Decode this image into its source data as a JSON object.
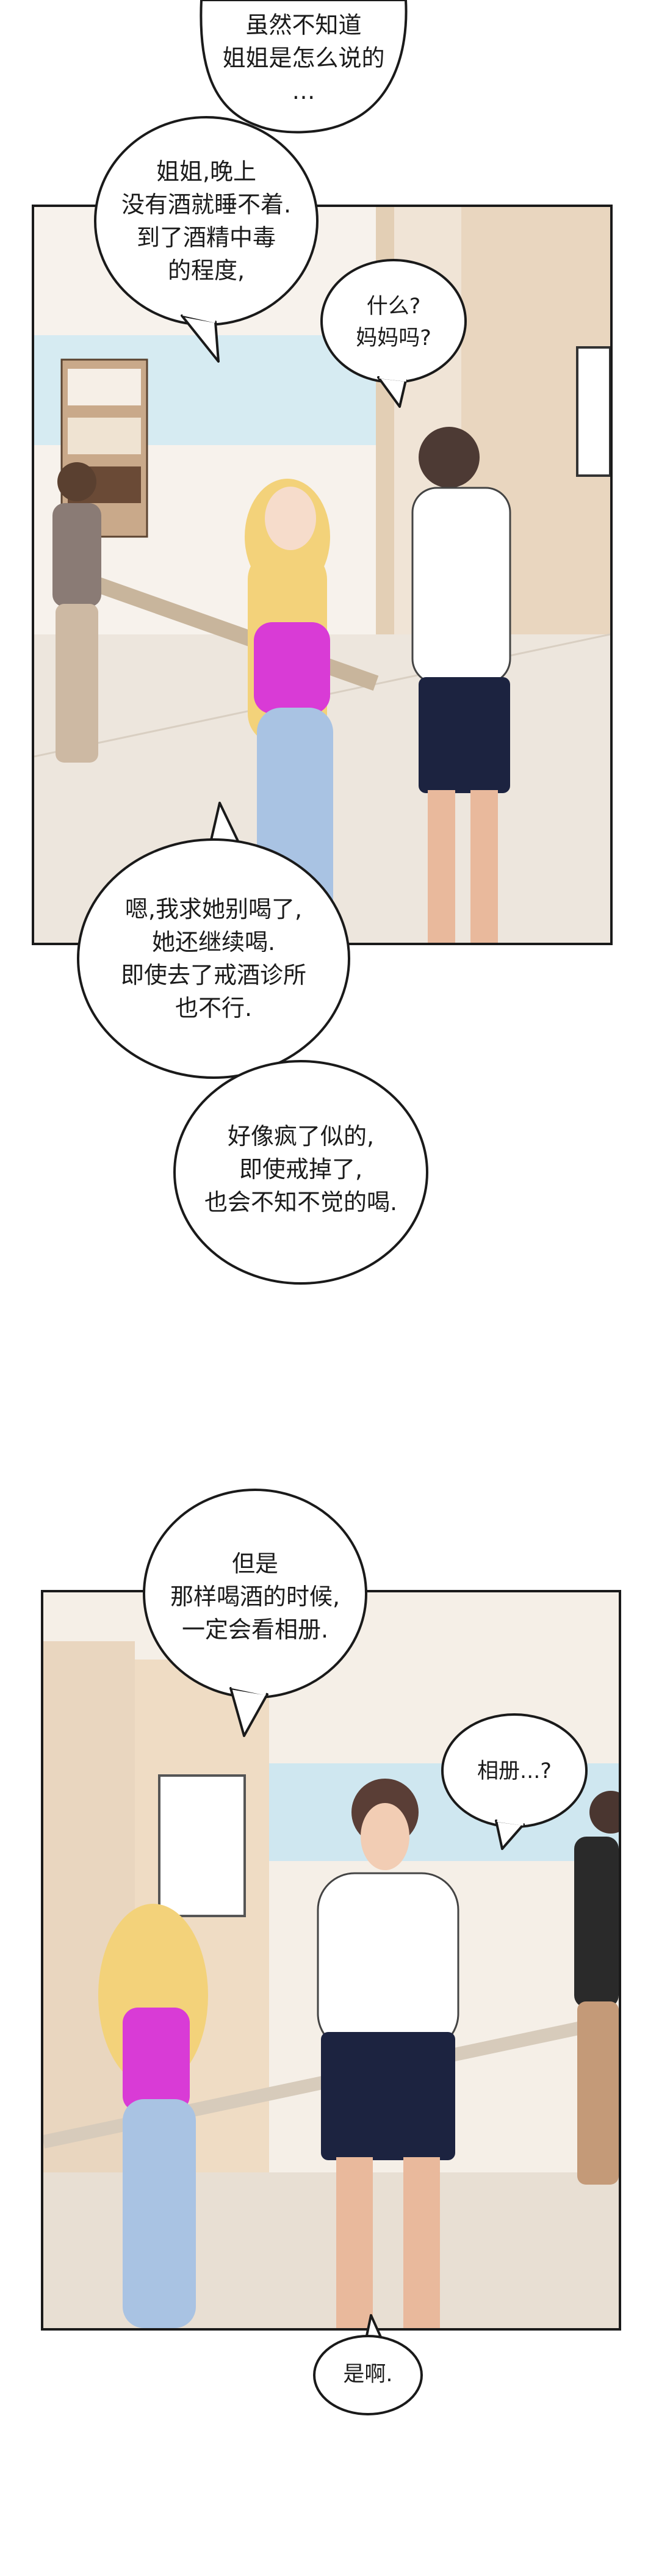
{
  "dialogue": [
    "虽然不知道\n姐姐是怎么说的\n…",
    "姐姐,晚上\n没有酒就睡不着.\n到了酒精中毒\n的程度,",
    "什么?\n妈妈吗?",
    "嗯,我求她别喝了,\n她还继续喝.\n即使去了戒酒诊所\n也不行.",
    "好像疯了似的,\n即使戒掉了,\n也会不知不觉的喝.",
    "但是\n那样喝酒的时候,\n一定会看相册.",
    "相册...?",
    "是啊."
  ],
  "colors": {
    "top_shirt": "#d93bd6",
    "jeans": "#a9c3e3",
    "hair_blonde": "#f3d27a",
    "shorts": "#1c2340",
    "wall_accent": "#cfe7f0",
    "ink": "#1a1a1a"
  }
}
